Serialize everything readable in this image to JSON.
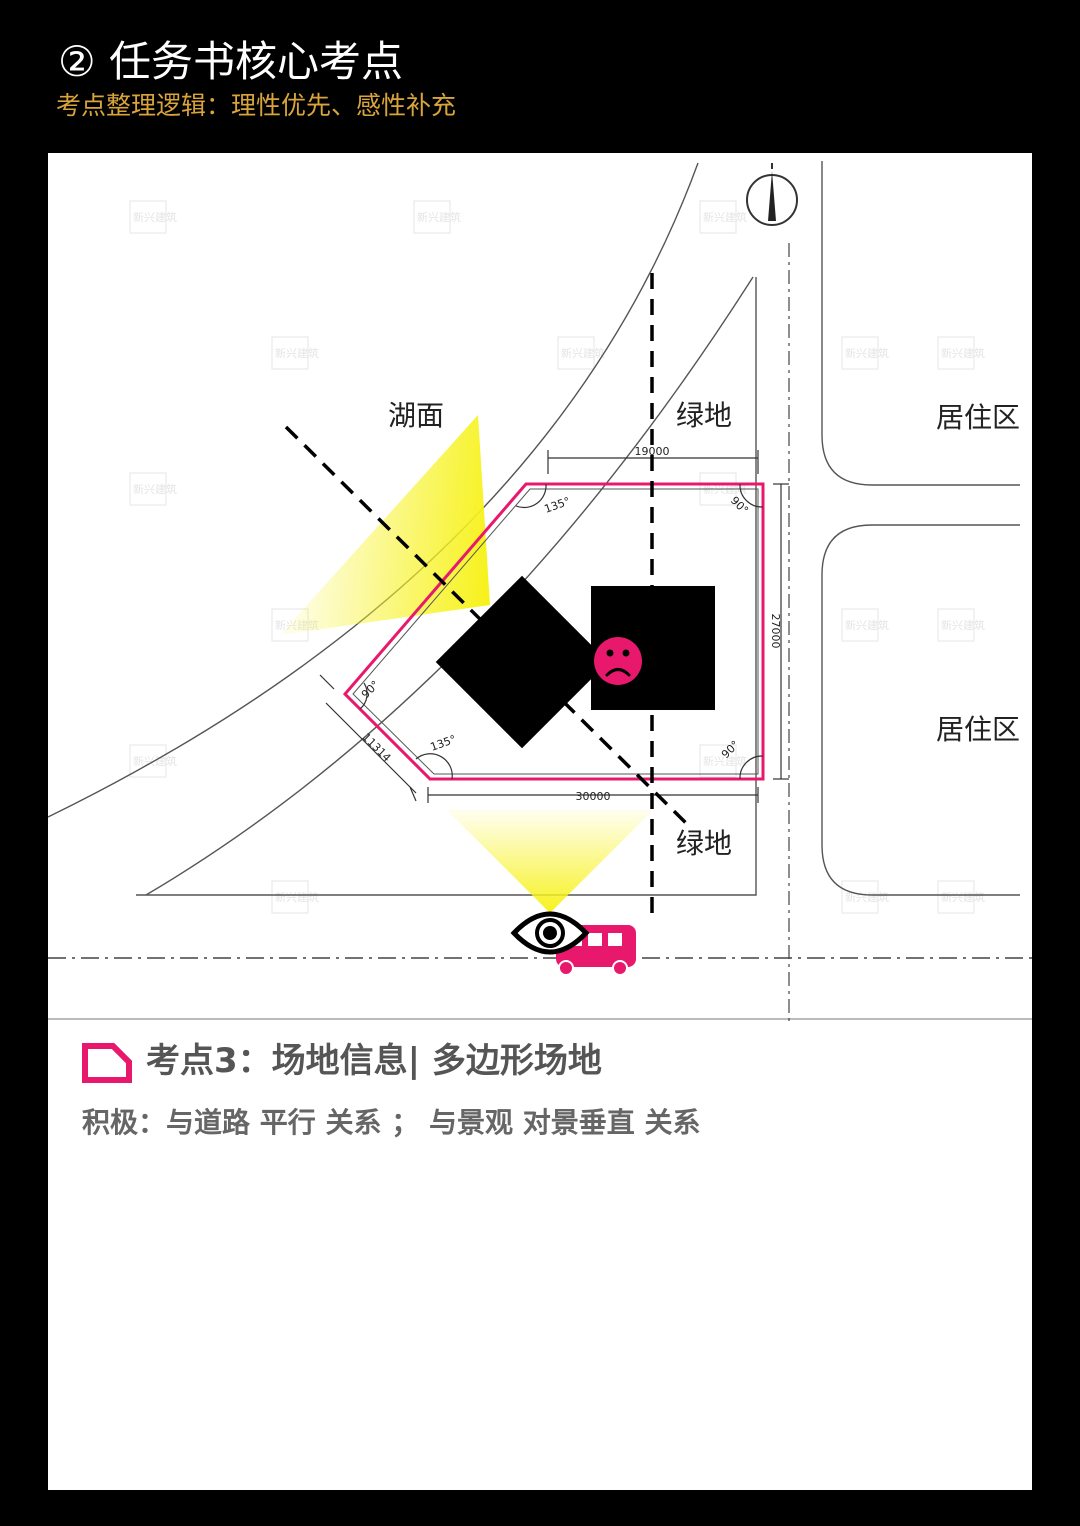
{
  "header": {
    "title": "② 任务书核心考点",
    "subtitle": "考点整理逻辑：理性优先、感性补充"
  },
  "plan": {
    "labels": {
      "lake": "湖面",
      "green_top": "绿地",
      "green_bottom": "绿地",
      "residential_top": "居住区",
      "residential_bottom": "居住区"
    },
    "dimensions": {
      "top": "19000",
      "right": "27000",
      "bottom": "30000",
      "left": "11314"
    },
    "angles": {
      "top_left": "135°",
      "top_right": "90°",
      "left": "90°",
      "bottom_left": "135°",
      "bottom_right": "90°"
    },
    "watermark": "新兴建筑"
  },
  "caption": {
    "title": "考点3：场地信息| 多边形场地",
    "body": "积极：与道路 平行 关系 ； 与景观 对景垂直 关系"
  },
  "colors": {
    "background": "#000000",
    "panel": "#ffffff",
    "accent_magenta": "#e8186d",
    "highlight_yellow": "#f7f21e",
    "subtitle_gold": "#d9a53b",
    "caption_text": "#555555"
  }
}
